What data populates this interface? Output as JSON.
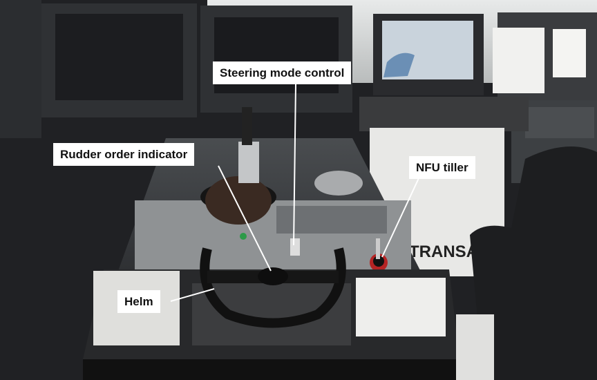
{
  "callouts": {
    "steering_mode_control": "Steering mode control",
    "rudder_order_indicator": "Rudder order indicator",
    "nfu_tiller": "NFU tiller",
    "helm": "Helm"
  },
  "photo_text": {
    "cabinet_brand": "TRANSA"
  }
}
